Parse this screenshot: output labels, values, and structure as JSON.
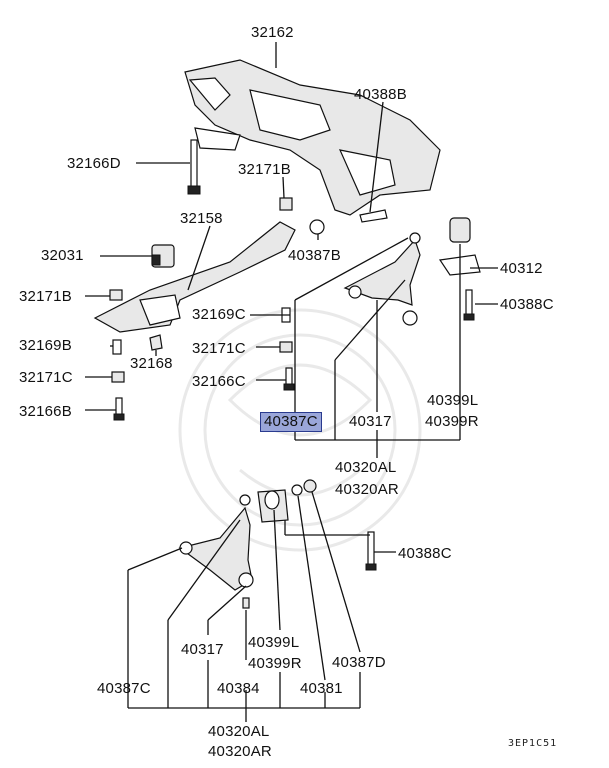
{
  "labels": {
    "l32162": "32162",
    "l40388B": "40388B",
    "l32166D": "32166D",
    "l32171B_a": "32171B",
    "l32158": "32158",
    "l32031": "32031",
    "l40387B": "40387B",
    "l40312": "40312",
    "l32171B_b": "32171B",
    "l40388C_a": "40388C",
    "l32169C": "32169C",
    "l32169B": "32169B",
    "l32171C_a": "32171C",
    "l32168": "32168",
    "l32171C_b": "32171C",
    "l32166C": "32166C",
    "l32166B": "32166B",
    "l40399L_a": "40399L",
    "l40399R_a": "40399R",
    "l40387C_hl": "40387C",
    "l40317_a": "40317",
    "l40320AL_a": "40320AL",
    "l40320AR_a": "40320AR",
    "l40388C_b": "40388C",
    "l40399L_b": "40399L",
    "l40399R_b": "40399R",
    "l40317_b": "40317",
    "l40387D": "40387D",
    "l40387C_b": "40387C",
    "l40384": "40384",
    "l40381": "40381",
    "l40320AL_b": "40320AL",
    "l40320AR_b": "40320AR"
  },
  "diagram_code": "3EP1C51",
  "highlight_color": "#9aa6d9"
}
